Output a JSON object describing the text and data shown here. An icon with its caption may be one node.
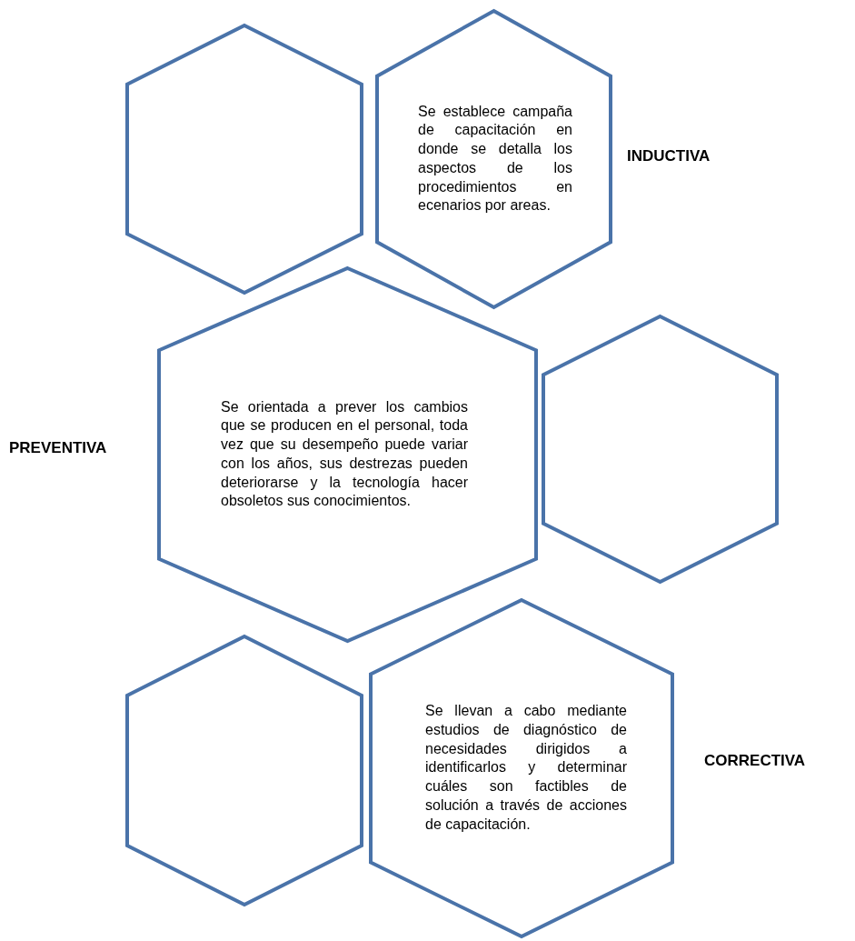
{
  "diagram": {
    "nodes": [
      {
        "text": [],
        "shape": "hexagon"
      },
      {
        "text": [
          "Se establece campaña de capacitación en donde se detalla los aspectos de los procedimientos en ecenarios por areas."
        ],
        "beside": [
          "INDUCTIVA"
        ]
      },
      {
        "text": [
          "Se orientada a prever los cambios que se producen en el personal, toda vez que su desempeño puede variar con los años, sus destrezas pueden deteriorarse y la tecnología hacer obsoletos sus conocimientos."
        ],
        "beside": [
          "PREVENTIVA"
        ]
      },
      {
        "text": [],
        "shape": "hexagon"
      },
      {
        "text": [],
        "shape": "hexagon"
      },
      {
        "text": [
          "Se llevan a cabo mediante estudios de diagnóstico de necesidades dirigidos a identificarlos y determinar cuáles son factibles de solución a través de acciones de capacitación."
        ],
        "beside": [
          "CORRECTIVA"
        ]
      }
    ]
  }
}
